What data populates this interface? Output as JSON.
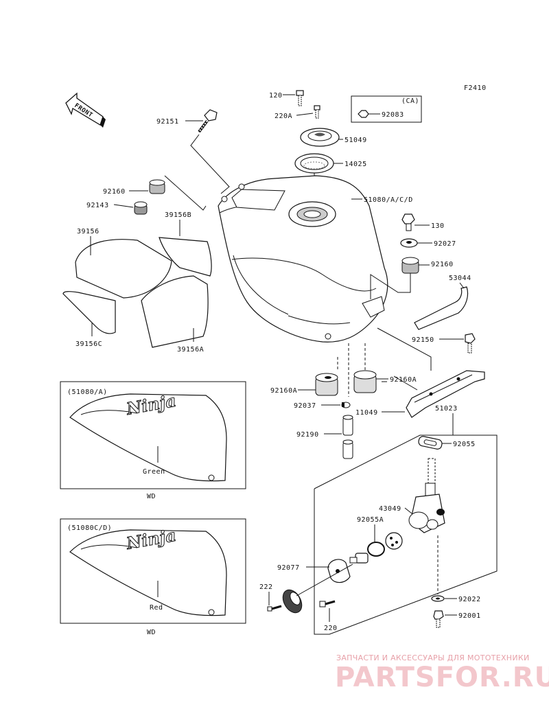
{
  "diagram_code": "F2410",
  "front_label": "FRONT",
  "labels": {
    "p120": "120",
    "p220A": "220A",
    "ca_box": "(CA)",
    "p92083": "92083",
    "p92151": "92151",
    "p51049": "51049",
    "p14025": "14025",
    "p92160_left": "92160",
    "p92143": "92143",
    "p51080": "51080/A/C/D",
    "p39156": "39156",
    "p39156B": "39156B",
    "p39156C": "39156C",
    "p39156A": "39156A",
    "p130": "130",
    "p92027": "92027",
    "p92160_right": "92160",
    "p53044": "53044",
    "p92150": "92150",
    "p92160A_left": "92160A",
    "p92160A_right": "92160A",
    "p92037": "92037",
    "p11049": "11049",
    "p51023": "51023",
    "p92190": "92190",
    "p92055": "92055",
    "p43049": "43049",
    "p92055A": "92055A",
    "p92077": "92077",
    "p222": "222",
    "p220": "220",
    "p92022": "92022",
    "p92001": "92001"
  },
  "inset_a": {
    "code": "(51080/A)",
    "color": "Green",
    "note": "WD",
    "decal": "Ninja"
  },
  "inset_cd": {
    "code": "(51080C/D)",
    "color": "Red",
    "note": "WD",
    "decal": "Ninja"
  },
  "watermark": {
    "tagline": "ЗАПЧАСТИ И АКСЕССУАРЫ ДЛЯ МОТОТЕХНИКИ",
    "logo": "PARTSFOR.RU"
  }
}
